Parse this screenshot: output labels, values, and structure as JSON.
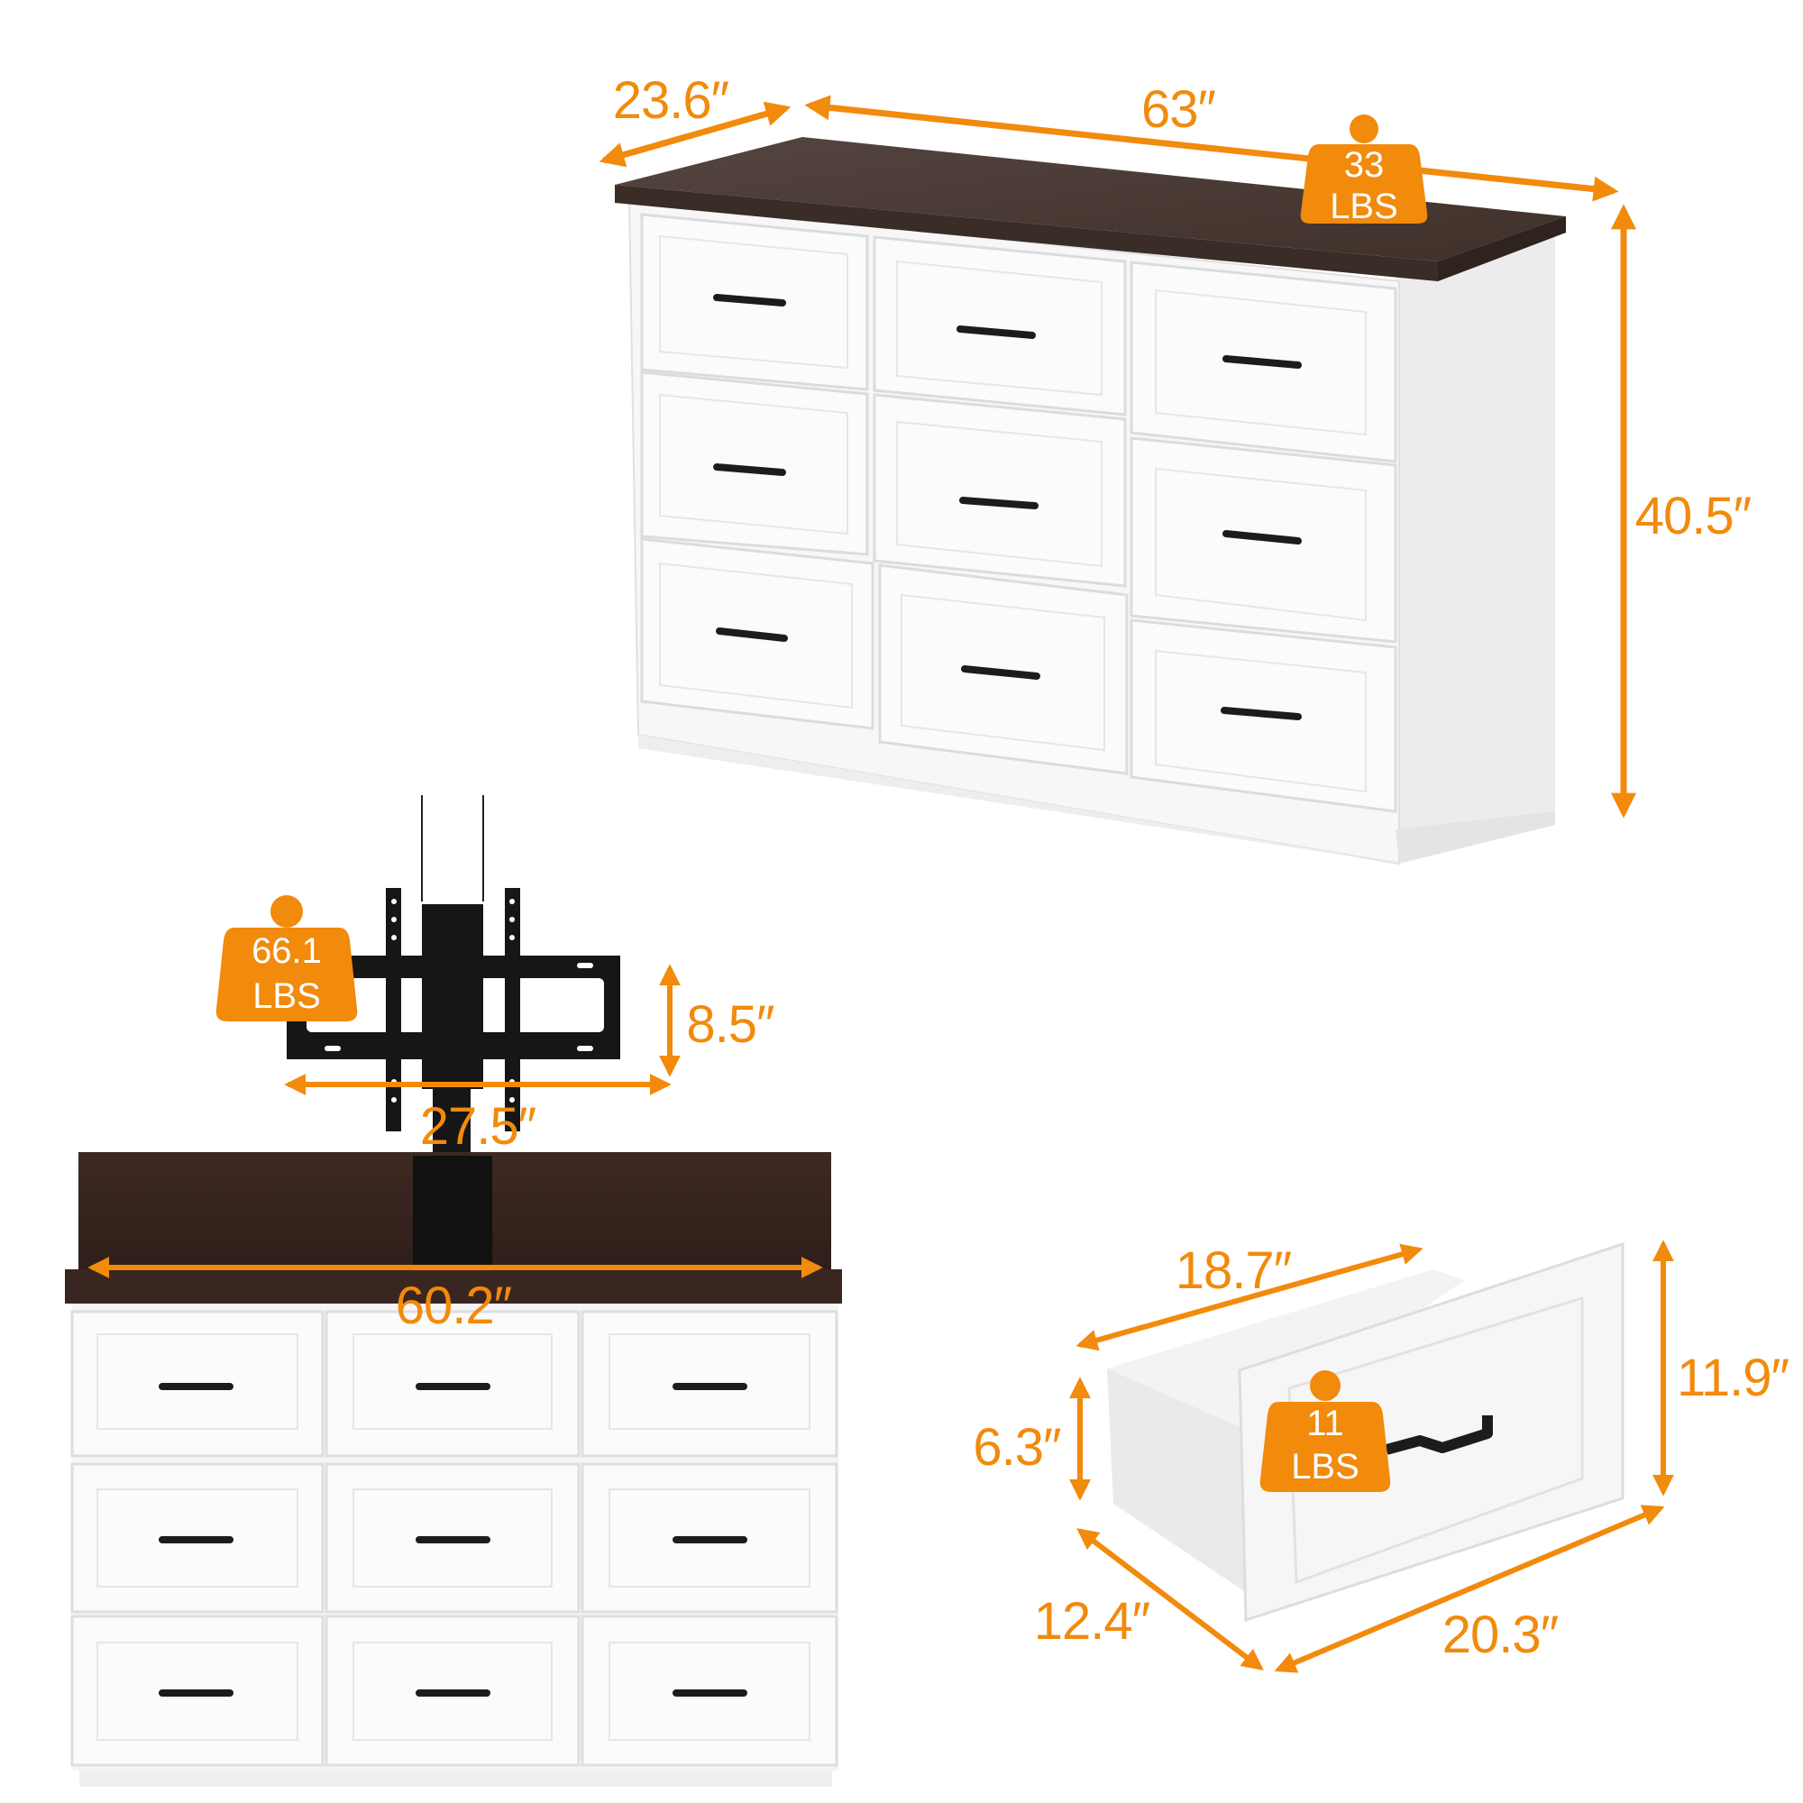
{
  "colors": {
    "accent_orange": "#f28a0c",
    "wood_top": "#4b3a33",
    "wood_back": "#3b2620",
    "white_body": "#f7f7f7",
    "panel_edge": "#e2e2e2",
    "handle": "#1c1c1c",
    "mount": "#161616"
  },
  "main_dresser": {
    "view": "assembled dresser, 3x3 drawers, dark wood top",
    "dimensions": {
      "depth": "23.6″",
      "width": "63″",
      "height": "40.5″"
    },
    "weight": {
      "value": "33",
      "unit": "LBS"
    },
    "drawer_count": 9
  },
  "tv_mount": {
    "weight": {
      "value": "66.1",
      "unit": "LBS"
    },
    "dimensions": {
      "width": "27.5″",
      "height": "8.5″"
    }
  },
  "front_dresser": {
    "view": "dresser front with TV mount and back panel",
    "dimensions": {
      "inner_width": "60.2″"
    },
    "drawer_count": 9
  },
  "single_drawer": {
    "weight": {
      "value": "11",
      "unit": "LBS"
    },
    "dimensions": {
      "inner_length": "18.7″",
      "front_height": "11.9″",
      "side_height": "6.3″",
      "depth": "12.4″",
      "front_width": "20.3″"
    }
  }
}
